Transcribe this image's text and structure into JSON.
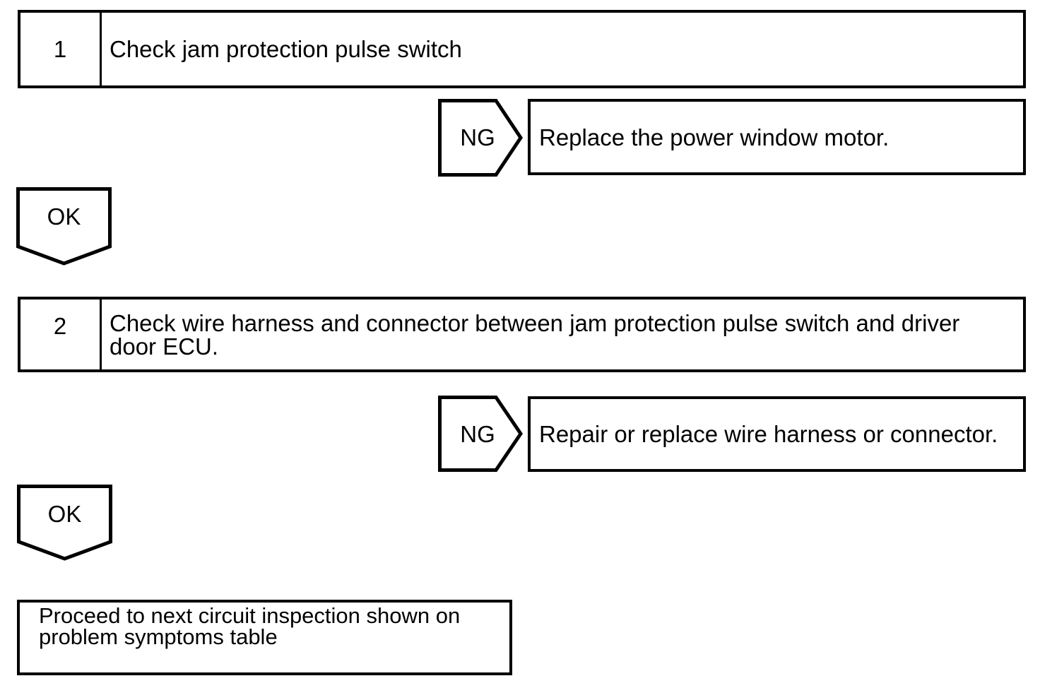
{
  "diagram": {
    "type": "troubleshooting-flowchart",
    "colors": {
      "line": "#000000",
      "background": "#ffffff",
      "text": "#000000"
    },
    "steps": [
      {
        "number": "1",
        "instruction": "Check jam protection pulse switch",
        "ng_label": "NG",
        "ng_action": "Replace the power window motor.",
        "ok_label": "OK"
      },
      {
        "number": "2",
        "instruction": "Check wire harness and connector between jam protection pulse switch and driver door ECU.",
        "ng_label": "NG",
        "ng_action": "Repair or replace wire harness or connector.",
        "ok_label": "OK"
      }
    ],
    "conclusion": "Proceed to next circuit inspection shown on problem symptoms table"
  }
}
